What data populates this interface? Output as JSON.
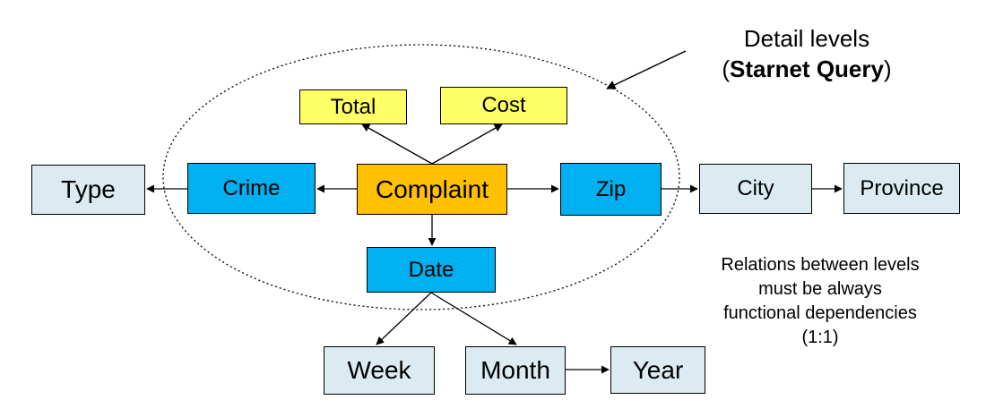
{
  "nodes": {
    "total": "Total",
    "cost": "Cost",
    "type": "Type",
    "crime": "Crime",
    "complaint": "Complaint",
    "zip": "Zip",
    "city": "City",
    "province": "Province",
    "date": "Date",
    "week": "Week",
    "month": "Month",
    "year": "Year"
  },
  "title": {
    "line1": "Detail levels",
    "open_paren": "(",
    "bold": "Starnet Query",
    "close_paren": ")"
  },
  "note": {
    "line1": "Relations between levels",
    "line2": "must be always",
    "line3": "functional dependencies",
    "line4": "(1:1)"
  },
  "colors": {
    "fact": "#ffc000",
    "detail_level": "#00b0f0",
    "measure": "#ffff66",
    "hierarchy_level": "#dcebf2"
  }
}
